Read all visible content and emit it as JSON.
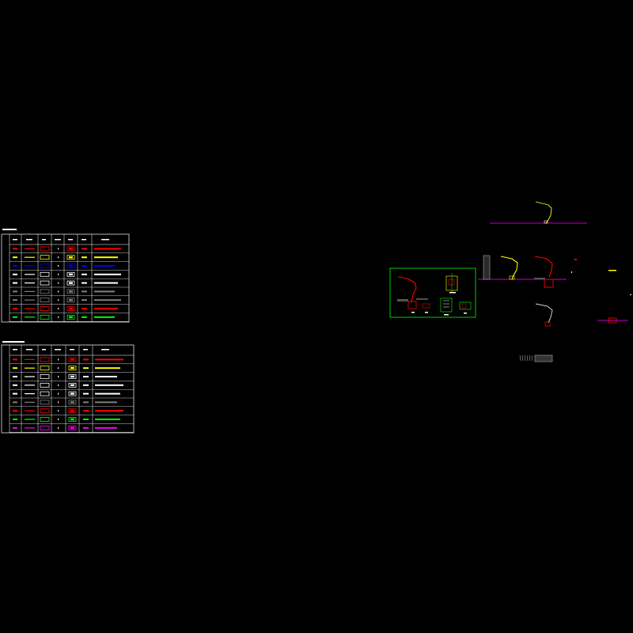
{
  "colors": {
    "background": "#000000",
    "red": "#ff0000",
    "yellow": "#ffff00",
    "blue": "#0000ff",
    "white": "#ffffff",
    "gray": "#808080",
    "green": "#00ff00",
    "magenta": "#ff00ff"
  },
  "tables": [
    {
      "row_colors": [
        "red",
        "yellow",
        "blue",
        "white",
        "white",
        "gray",
        "gray",
        "red",
        "green"
      ]
    },
    {
      "row_colors": [
        "red",
        "yellow",
        "white",
        "white",
        "white",
        "gray",
        "red",
        "green",
        "magenta"
      ]
    }
  ]
}
